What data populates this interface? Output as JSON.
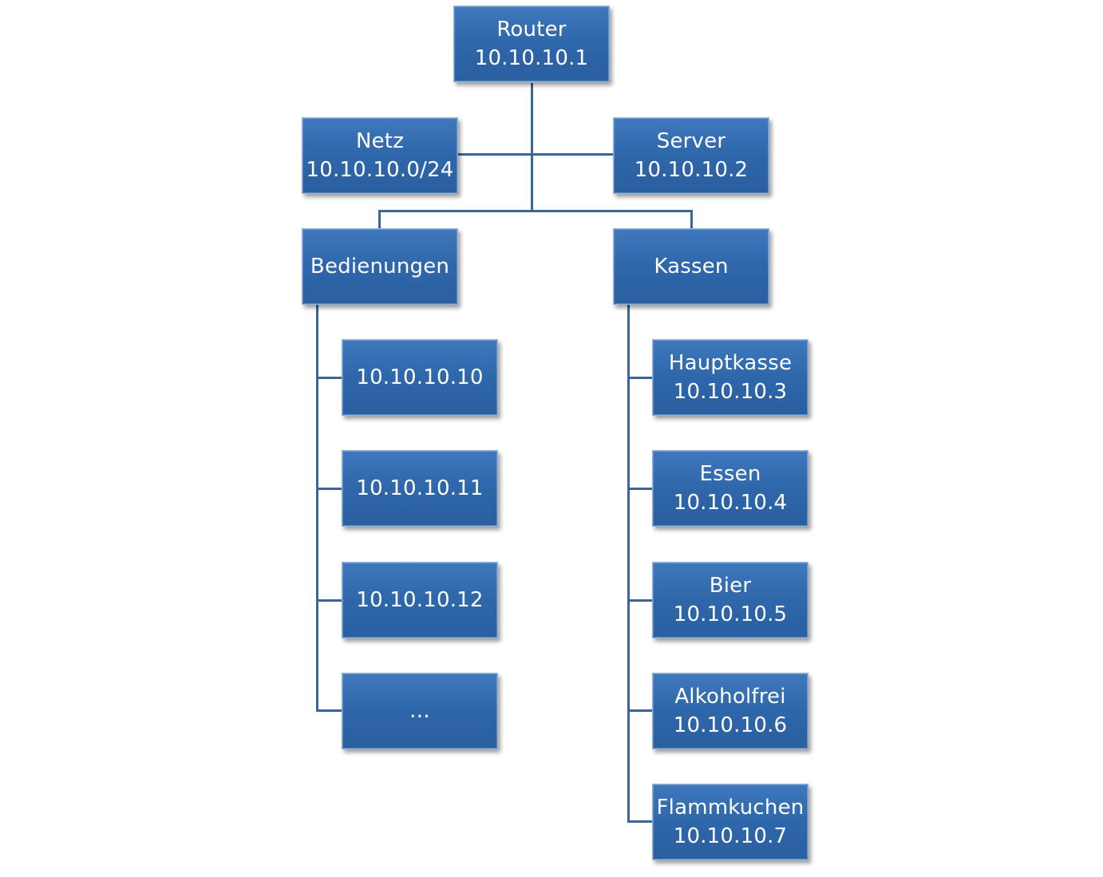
{
  "diagram": {
    "router": {
      "label": "Router",
      "ip": "10.10.10.1"
    },
    "netz": {
      "label": "Netz",
      "ip": "10.10.10.0/24"
    },
    "server": {
      "label": "Server",
      "ip": "10.10.10.2"
    },
    "bedienungen": {
      "label": "Bedienungen",
      "devices": [
        "10.10.10.10",
        "10.10.10.11",
        "10.10.10.12",
        "…"
      ]
    },
    "kassen": {
      "label": "Kassen",
      "devices": [
        {
          "label": "Hauptkasse",
          "ip": "10.10.10.3"
        },
        {
          "label": "Essen",
          "ip": "10.10.10.4"
        },
        {
          "label": "Bier",
          "ip": "10.10.10.5"
        },
        {
          "label": "Alkoholfrei",
          "ip": "10.10.10.6"
        },
        {
          "label": "Flammkuchen",
          "ip": "10.10.10.7"
        }
      ]
    },
    "colors": {
      "node_fill": "#3472b7",
      "node_border": "#8fb3dd",
      "connector": "#3c6597",
      "text": "#ffffff"
    }
  }
}
